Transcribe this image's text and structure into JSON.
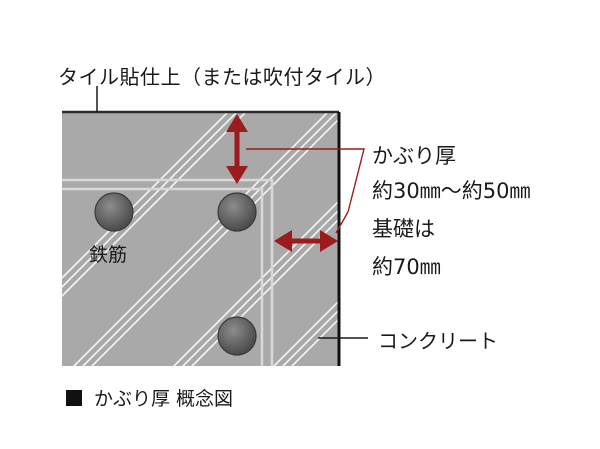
{
  "labels": {
    "tile_finish": "タイル貼仕上（または吹付タイル）",
    "cover_title": "かぶり厚",
    "cover_range": "約30㎜～約50㎜",
    "foundation_title": "基礎は",
    "foundation_value": "約70㎜",
    "concrete": "コンクリート",
    "rebar": "鉄筋"
  },
  "caption": {
    "marker": "■",
    "text": "かぶり厚 概念図"
  },
  "colors": {
    "concrete_fill": "#a7a7a7",
    "hatch_line": "#ffffff",
    "rebar_fill": "#6e6e6e",
    "arrow": "#9b1b1e",
    "tile_border": "#2b2b2b",
    "leader_line": "#9b1b1e"
  }
}
